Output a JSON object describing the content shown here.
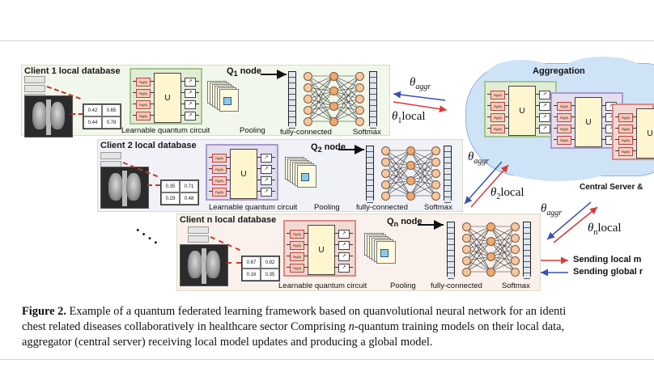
{
  "figure": {
    "clients": [
      {
        "label": "Client 1 local database",
        "matrix": [
          "0.42",
          "0.65",
          "0.44",
          "0.78"
        ],
        "node": "Q",
        "node_sub": "1",
        "node_suffix": " node"
      },
      {
        "label": "Client 2 local database",
        "matrix": [
          "0.35",
          "0.71",
          "0.29",
          "0.48"
        ],
        "node": "Q",
        "node_sub": "2",
        "node_suffix": " node"
      },
      {
        "label": "Client n local database",
        "matrix": [
          "0.67",
          "0.82",
          "0.16",
          "0.35"
        ],
        "node": "Q",
        "node_sub": "n",
        "node_suffix": " node"
      }
    ],
    "circuit_label": "Learnable quantum circuit",
    "unitary_label": "U",
    "rotation_gate": "Ry(θ)",
    "pooling_label": "Pooling",
    "fc_label": "fully-connected",
    "softmax_label": "Softmax",
    "aggregation_title": "Aggregation",
    "server_label": "Central Server &",
    "theta_aggr": "θ",
    "theta_aggr_sub": "aggr",
    "theta_local_1": "θ",
    "theta_local_1_sub": "1",
    "theta_local_2_sub": "2",
    "theta_local_n_sub": "n",
    "local_word": "local",
    "legend_local": "Sending local m",
    "legend_global": "Sending global r",
    "colors": {
      "local_arrow": "#d63a3a",
      "global_arrow": "#3a4fb5",
      "cloud": "#cfe3f7"
    }
  },
  "caption": {
    "figure_num": "Figure 2.",
    "line1": " Example of a quantum federated learning framework based on quanvolutional neural network for an identi",
    "line2a": "chest related diseases collaboratively in healthcare sector Comprising ",
    "line2_italic": "n",
    "line2b": "-quantum training models on their local data,",
    "line3": "aggregator (central server) receiving local model updates and producing a global model."
  }
}
